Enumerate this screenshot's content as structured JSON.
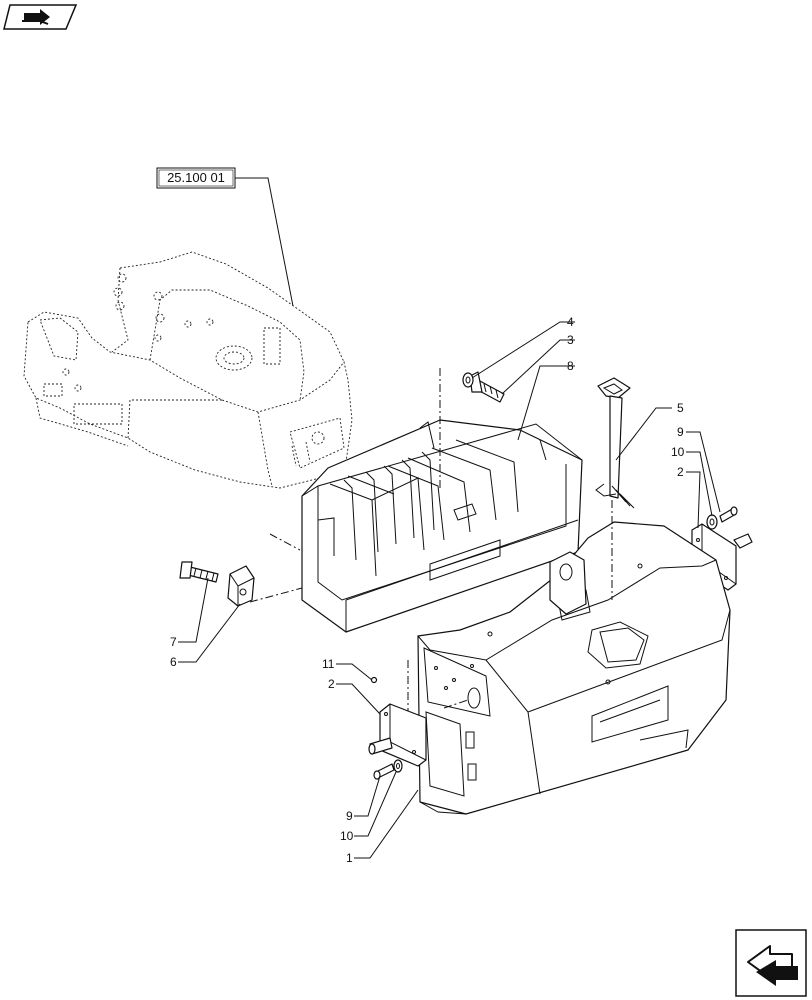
{
  "diagram": {
    "reference_label": "25.100 01",
    "callouts": [
      {
        "id": "c4",
        "text": "4"
      },
      {
        "id": "c3",
        "text": "3"
      },
      {
        "id": "c8",
        "text": "8"
      },
      {
        "id": "c5",
        "text": "5"
      },
      {
        "id": "c9r",
        "text": "9"
      },
      {
        "id": "c10r",
        "text": "10"
      },
      {
        "id": "c2r",
        "text": "2"
      },
      {
        "id": "c7",
        "text": "7"
      },
      {
        "id": "c6",
        "text": "6"
      },
      {
        "id": "c11",
        "text": "11"
      },
      {
        "id": "c2l",
        "text": "2"
      },
      {
        "id": "c9l",
        "text": "9"
      },
      {
        "id": "c10l",
        "text": "10"
      },
      {
        "id": "c1",
        "text": "1"
      }
    ]
  },
  "icons": {
    "top_left": "previous-page-icon",
    "bottom_right": "next-page-icon"
  }
}
